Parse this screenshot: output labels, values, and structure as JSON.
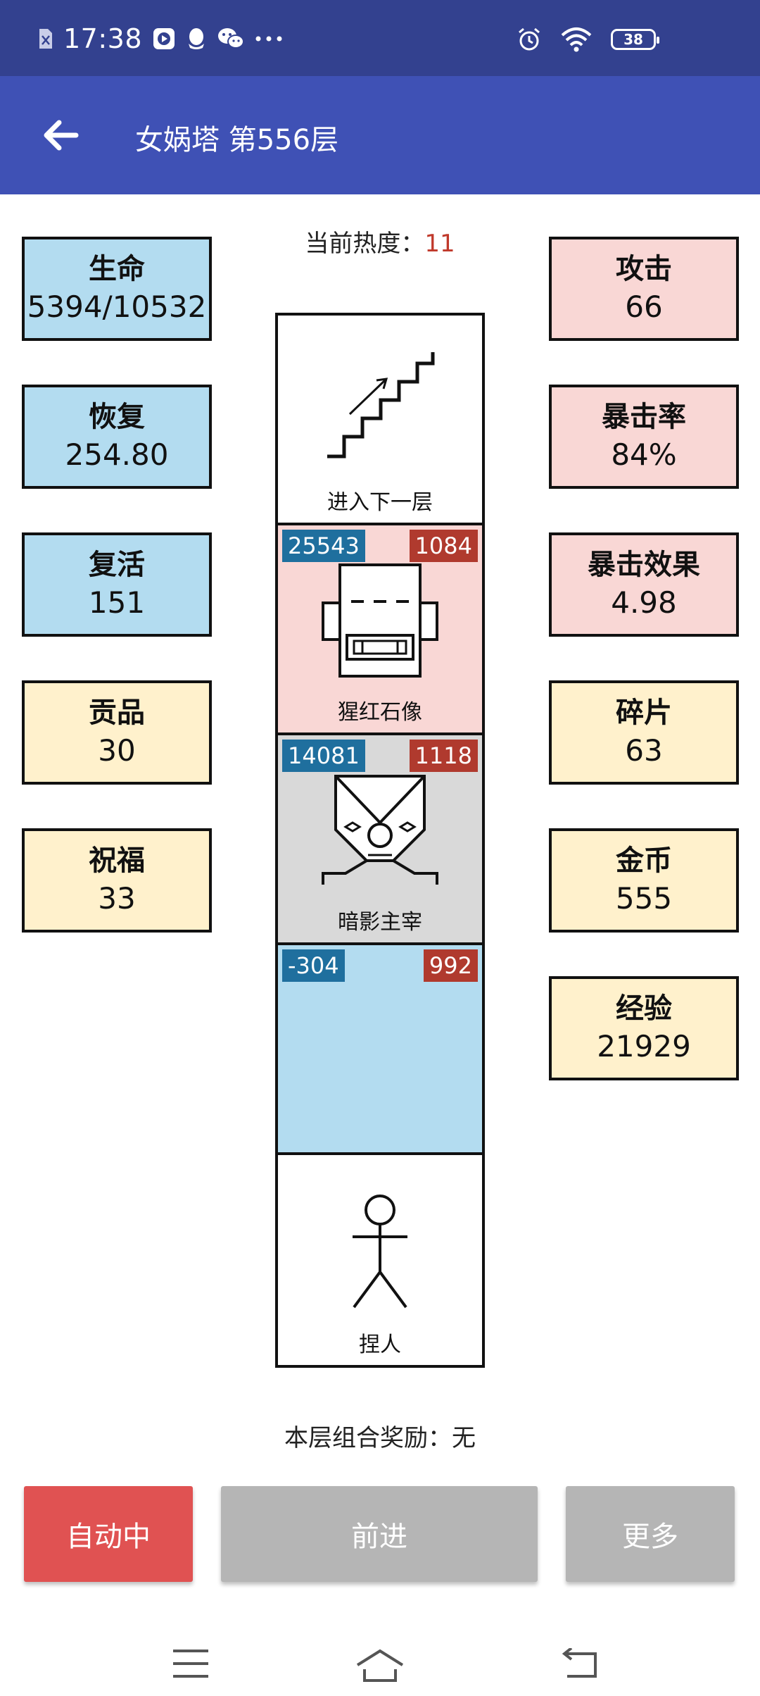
{
  "status_bar": {
    "time": "17:38",
    "battery": "38",
    "icons_left": [
      "sim-off-icon",
      "play-badge-icon",
      "qq-icon",
      "wechat-icon",
      "more-dots-icon"
    ],
    "icons_right": [
      "alarm-icon",
      "wifi-icon",
      "battery-icon"
    ]
  },
  "appbar": {
    "title": "女娲塔 第556层"
  },
  "heat": {
    "label": "当前热度：",
    "value": "11"
  },
  "stats_left": [
    {
      "title": "生命",
      "value": "5394/10532"
    },
    {
      "title": "恢复",
      "value": "254.80"
    },
    {
      "title": "复活",
      "value": "151"
    },
    {
      "title": "贡品",
      "value": "30"
    },
    {
      "title": "祝福",
      "value": "33"
    }
  ],
  "stats_right": [
    {
      "title": "攻击",
      "value": "66"
    },
    {
      "title": "暴击率",
      "value": "84%"
    },
    {
      "title": "暴击效果",
      "value": "4.98"
    },
    {
      "title": "碎片",
      "value": "63"
    },
    {
      "title": "金币",
      "value": "555"
    },
    {
      "title": "经验",
      "value": "21929"
    }
  ],
  "tower": {
    "stairs_label": "进入下一层",
    "enemy1": {
      "name": "猩红石像",
      "hp": "25543",
      "atk": "1084"
    },
    "enemy2": {
      "name": "暗影主宰",
      "hp": "14081",
      "atk": "1118"
    },
    "empty": {
      "hp": "-304",
      "atk": "992"
    },
    "player_label": "捏人"
  },
  "reward": "本层组合奖励：无",
  "buttons": {
    "auto": "自动中",
    "forward": "前进",
    "more": "更多"
  },
  "colors": {
    "status_bar": "#33418f",
    "app_bar": "#3f51b5",
    "card_blue": "#b3dcf0",
    "card_pink": "#f9d7d5",
    "card_yellow": "#fff1cc",
    "enemy1_bg": "#f9d7d5",
    "enemy2_bg": "#d9d9d9",
    "empty_bg": "#b3dcf0",
    "hp_tag": "#1f6f9e",
    "atk_tag": "#b03a2e",
    "auto_button": "#e05252",
    "gray_button": "#b5b5b5"
  }
}
